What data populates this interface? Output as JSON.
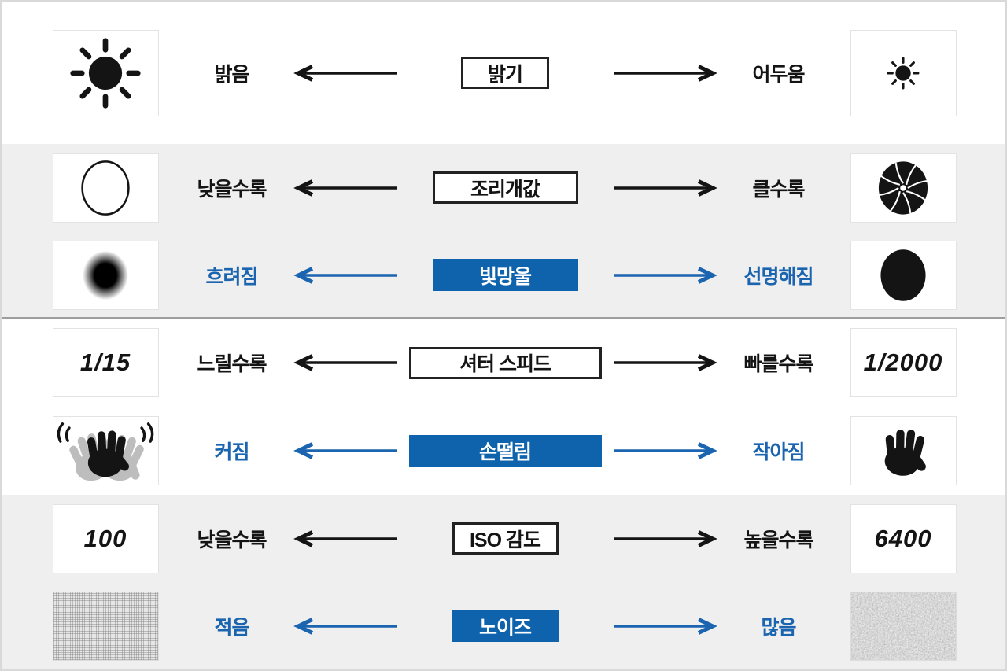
{
  "page": {
    "description": "camera-exposure-infographic",
    "colors": {
      "accent_blue": "#0f63ac",
      "blue_text": "#1a64b0",
      "band_gray": "#efefef",
      "divider_gray": "#9e9e9e",
      "ink_black": "#141414"
    }
  },
  "sections": [
    {
      "id": "brightness",
      "rows": [
        {
          "theme": "black",
          "left_icon": "sun-bright-icon",
          "left_label": "밝음",
          "center_label": "밝기",
          "right_label": "어두움",
          "right_icon": "sun-dim-icon"
        }
      ]
    },
    {
      "id": "aperture",
      "rows": [
        {
          "theme": "black",
          "left_icon": "aperture-open-icon",
          "left_label": "낮을수록",
          "center_label": "조리개값",
          "right_label": "클수록",
          "right_icon": "aperture-closed-icon"
        },
        {
          "theme": "blue",
          "left_icon": "bokeh-blur-icon",
          "left_label": "흐려짐",
          "center_label": "빛망울",
          "right_label": "선명해짐",
          "right_icon": "bokeh-sharp-icon"
        }
      ]
    },
    {
      "id": "shutter",
      "rows": [
        {
          "theme": "black",
          "left_value": "1/15",
          "left_label": "느릴수록",
          "center_label": "셔터 스피드",
          "right_label": "빠를수록",
          "right_value": "1/2000"
        },
        {
          "theme": "blue",
          "left_icon": "hand-shake-icon",
          "left_label": "커짐",
          "center_label": "손떨림",
          "right_label": "작아짐",
          "right_icon": "hand-steady-icon"
        }
      ]
    },
    {
      "id": "iso",
      "rows": [
        {
          "theme": "black",
          "left_value": "100",
          "left_label": "낮을수록",
          "center_label": "ISO 감도",
          "right_label": "높을수록",
          "right_value": "6400"
        },
        {
          "theme": "blue",
          "left_icon": "noise-fine-icon",
          "left_label": "적음",
          "center_label": "노이즈",
          "right_label": "많음",
          "right_icon": "noise-heavy-icon"
        }
      ]
    }
  ]
}
